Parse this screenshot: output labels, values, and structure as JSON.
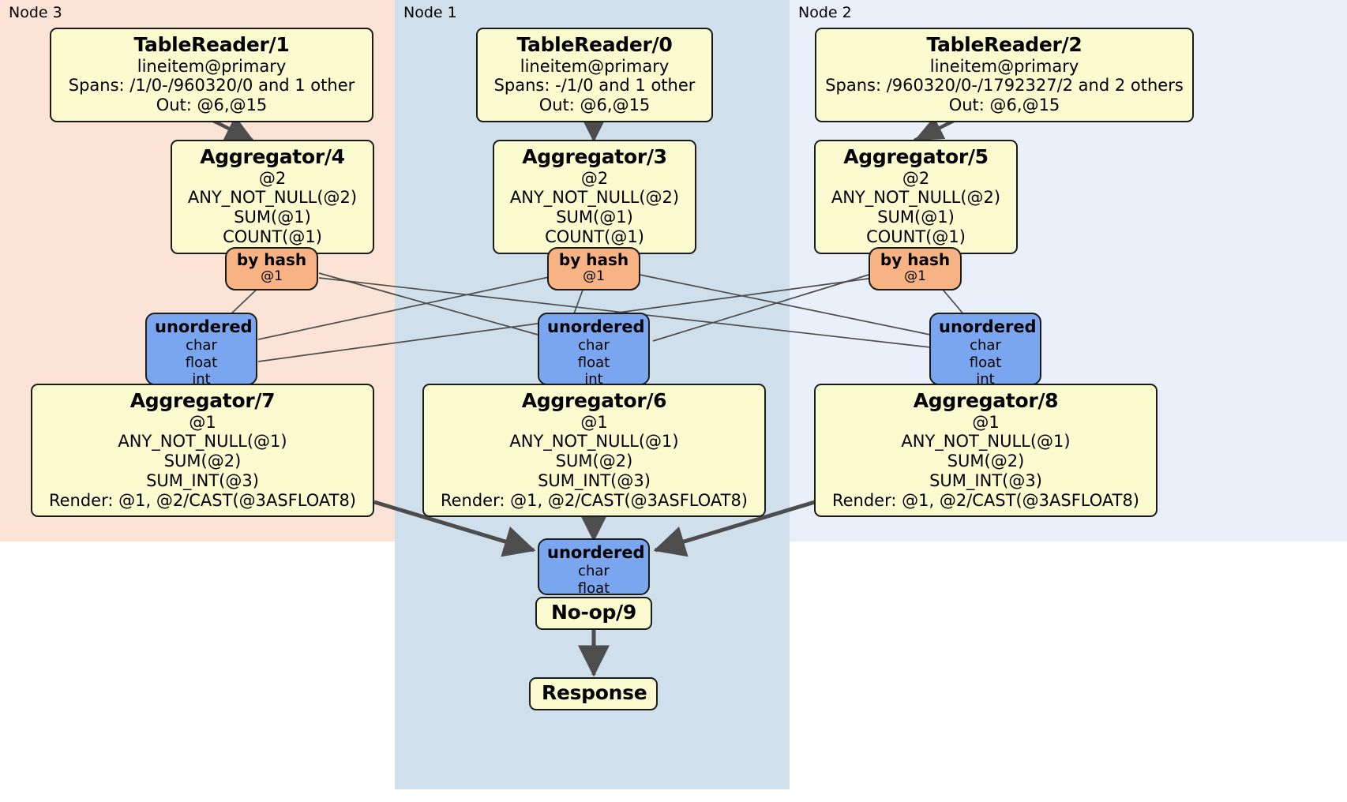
{
  "diagram": {
    "title": "Distributed query execution plan",
    "colors": {
      "node3_panel": "#fbe3d6",
      "node1_panel": "#cfdfeb",
      "node2_panel": "#eaf0fa",
      "processor_fill": "#fbfbd0",
      "router_fill": "#f7b383",
      "sync_fill": "#7aa6f0",
      "stroke": "#1b1b1b",
      "edge": "#4d4d4d"
    }
  },
  "panels": [
    {
      "id": "node3",
      "label": "Node 3"
    },
    {
      "id": "node1",
      "label": "Node 1"
    },
    {
      "id": "node2",
      "label": "Node 2"
    }
  ],
  "processors": {
    "table_reader_1": {
      "title": "TableReader/1",
      "lines": [
        "lineitem@primary",
        "Spans: /1/0-/960320/0 and 1 other",
        "Out: @6,@15"
      ]
    },
    "table_reader_0": {
      "title": "TableReader/0",
      "lines": [
        "lineitem@primary",
        "Spans: -/1/0 and 1 other",
        "Out: @6,@15"
      ]
    },
    "table_reader_2": {
      "title": "TableReader/2",
      "lines": [
        "lineitem@primary",
        "Spans: /960320/0-/1792327/2 and 2 others",
        "Out: @6,@15"
      ]
    },
    "aggregator_4": {
      "title": "Aggregator/4",
      "lines": [
        "@2",
        "ANY_NOT_NULL(@2)",
        "SUM(@1)",
        "COUNT(@1)"
      ]
    },
    "aggregator_3": {
      "title": "Aggregator/3",
      "lines": [
        "@2",
        "ANY_NOT_NULL(@2)",
        "SUM(@1)",
        "COUNT(@1)"
      ]
    },
    "aggregator_5": {
      "title": "Aggregator/5",
      "lines": [
        "@2",
        "ANY_NOT_NULL(@2)",
        "SUM(@1)",
        "COUNT(@1)"
      ]
    },
    "aggregator_7": {
      "title": "Aggregator/7",
      "lines": [
        "@1",
        "ANY_NOT_NULL(@1)",
        "SUM(@2)",
        "SUM_INT(@3)",
        "Render: @1, @2/CAST(@3ASFLOAT8)"
      ]
    },
    "aggregator_6": {
      "title": "Aggregator/6",
      "lines": [
        "@1",
        "ANY_NOT_NULL(@1)",
        "SUM(@2)",
        "SUM_INT(@3)",
        "Render: @1, @2/CAST(@3ASFLOAT8)"
      ]
    },
    "aggregator_8": {
      "title": "Aggregator/8",
      "lines": [
        "@1",
        "ANY_NOT_NULL(@1)",
        "SUM(@2)",
        "SUM_INT(@3)",
        "Render: @1, @2/CAST(@3ASFLOAT8)"
      ]
    },
    "noop_9": {
      "title": "No-op/9",
      "lines": []
    },
    "response": {
      "title": "Response",
      "lines": []
    }
  },
  "routers": {
    "by_hash_left": {
      "title": "by hash",
      "lines": [
        "@1"
      ]
    },
    "by_hash_middle": {
      "title": "by hash",
      "lines": [
        "@1"
      ]
    },
    "by_hash_right": {
      "title": "by hash",
      "lines": [
        "@1"
      ]
    }
  },
  "synchronizers": {
    "unordered_left": {
      "title": "unordered",
      "lines": [
        "char",
        "float",
        "int"
      ]
    },
    "unordered_middle": {
      "title": "unordered",
      "lines": [
        "char",
        "float",
        "int"
      ]
    },
    "unordered_right": {
      "title": "unordered",
      "lines": [
        "char",
        "float",
        "int"
      ]
    },
    "unordered_final": {
      "title": "unordered",
      "lines": [
        "char",
        "float"
      ]
    }
  }
}
